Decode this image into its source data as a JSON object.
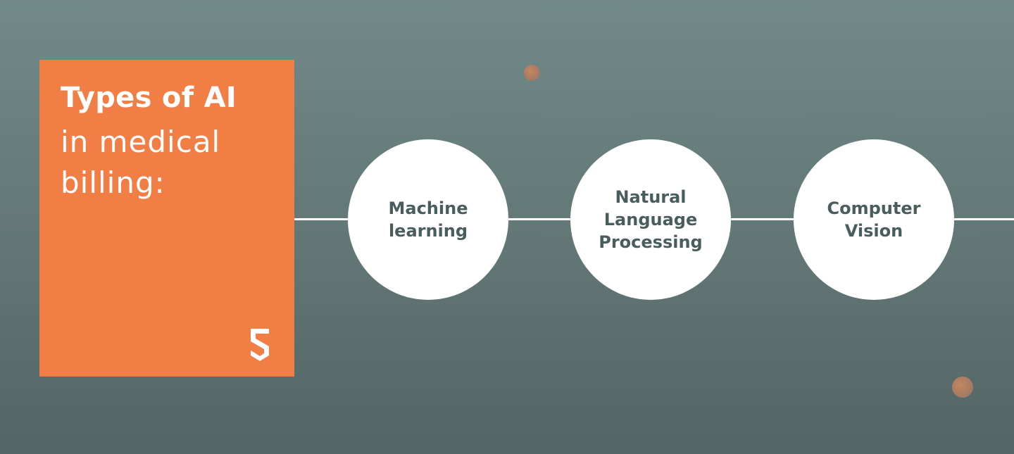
{
  "title": {
    "bold": "Types of AI",
    "light": "in medical billing:"
  },
  "logo": {
    "icon": "s-shield-logo-icon"
  },
  "nodes": [
    {
      "label": "Machine learning"
    },
    {
      "label": "Natural Language Processing"
    },
    {
      "label": "Computer Vision"
    }
  ],
  "colors": {
    "card": "#f07e45",
    "background_top": "#718a89",
    "background_bottom": "#536565",
    "node_fill": "#ffffff",
    "node_text": "#4a5d5d",
    "accent_dot": "#b98165"
  }
}
